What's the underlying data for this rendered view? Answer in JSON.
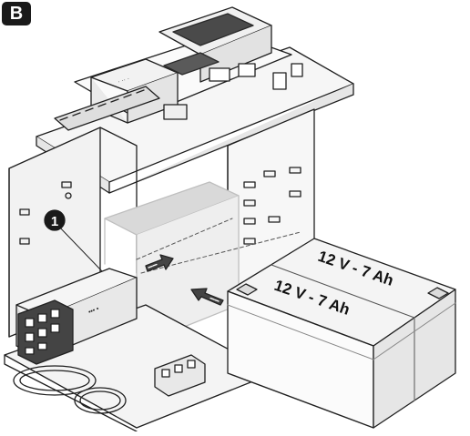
{
  "figure": {
    "panel_letter": "B",
    "callout_number": "1",
    "battery_label_top": "12 V - 7 Ah",
    "battery_label_front": "12 V - 7 Ah"
  },
  "colors": {
    "line": "#1f1f1f",
    "panel_fill": "#f4f4f4",
    "shade": "#d4d4d4",
    "dark": "#3a3a3a",
    "badge": "#1a1a1a"
  },
  "icons": [
    "insert-arrow-icon",
    "insert-arrow-icon",
    "callout-marker-icon"
  ]
}
